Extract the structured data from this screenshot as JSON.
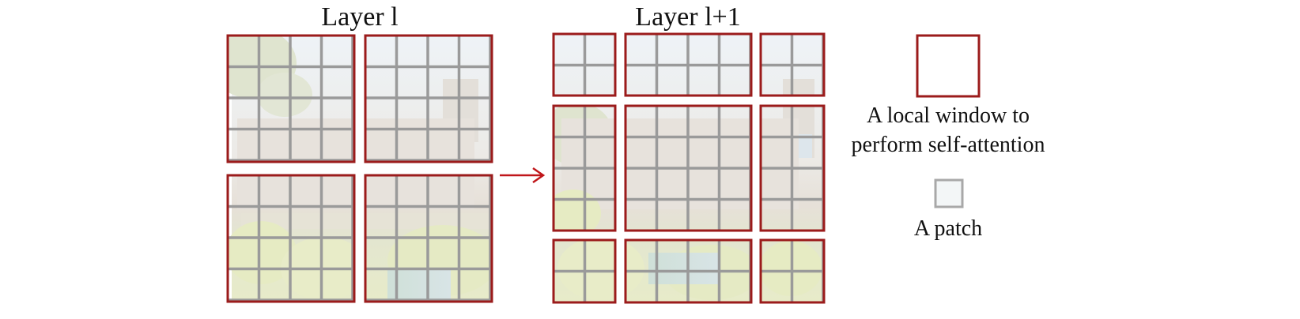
{
  "titles": {
    "layer_l": "Layer l",
    "layer_l1": "Layer l+1"
  },
  "legend": {
    "window_label_line1": "A local window to",
    "window_label_line2": "perform self-attention",
    "patch_label": "A patch"
  },
  "colors": {
    "window_border": "#9b1b1b",
    "patch_grid": "#9a9a9a",
    "arrow": "#c0161a",
    "patch_legend_border": "#a8a8a8"
  },
  "patches_per_window_side": 4,
  "layer_l_windows": 4,
  "layer_l1_windows": 9
}
